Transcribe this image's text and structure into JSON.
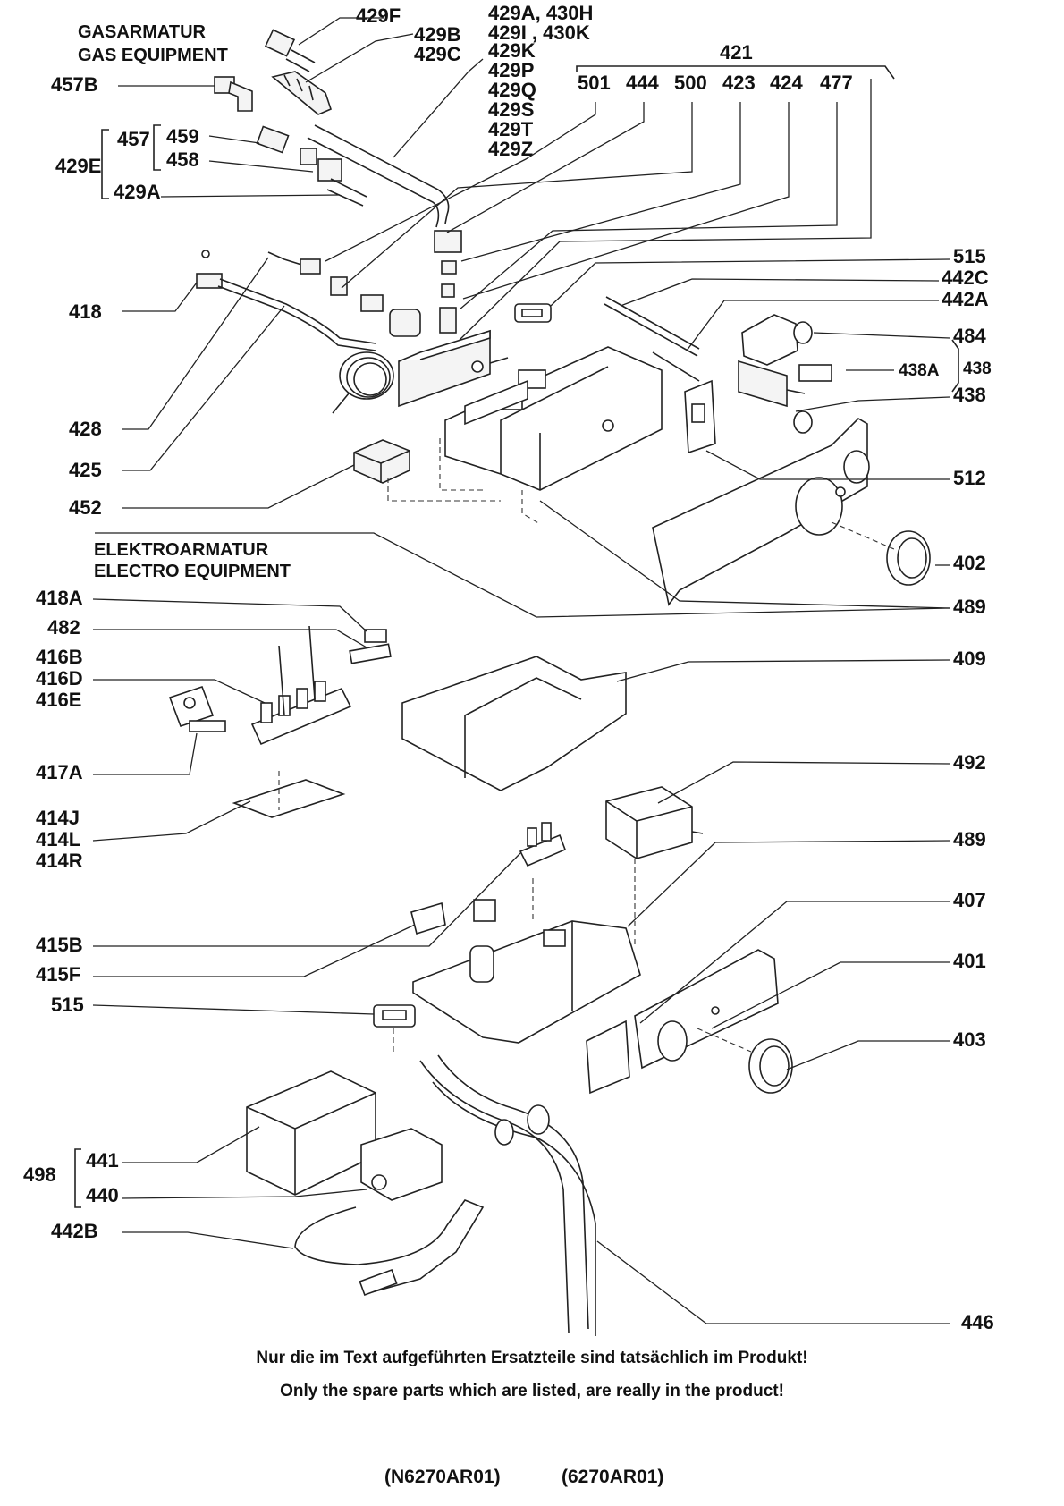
{
  "groups": {
    "gas_de": "GASARMATUR",
    "gas_en": "GAS EQUIPMENT",
    "electro_de": "ELEKTROARMATUR",
    "electro_en": "ELECTRO EQUIPMENT"
  },
  "labels": [
    {
      "id": "429F",
      "text": "429F"
    },
    {
      "id": "429B",
      "text": "429B"
    },
    {
      "id": "429C",
      "text": "429C"
    },
    {
      "id": "429A-430H",
      "text": "429A, 430H"
    },
    {
      "id": "429I-430K",
      "text": "429I , 430K"
    },
    {
      "id": "429K",
      "text": "429K"
    },
    {
      "id": "429P",
      "text": "429P"
    },
    {
      "id": "429Q",
      "text": "429Q"
    },
    {
      "id": "429S",
      "text": "429S"
    },
    {
      "id": "429T",
      "text": "429T"
    },
    {
      "id": "429Z",
      "text": "429Z"
    },
    {
      "id": "421",
      "text": "421"
    },
    {
      "id": "501",
      "text": "501"
    },
    {
      "id": "444",
      "text": "444"
    },
    {
      "id": "500",
      "text": "500"
    },
    {
      "id": "423",
      "text": "423"
    },
    {
      "id": "424",
      "text": "424"
    },
    {
      "id": "477",
      "text": "477"
    },
    {
      "id": "457B",
      "text": "457B"
    },
    {
      "id": "457",
      "text": "457"
    },
    {
      "id": "459",
      "text": "459"
    },
    {
      "id": "458",
      "text": "458"
    },
    {
      "id": "429E",
      "text": "429E"
    },
    {
      "id": "429A",
      "text": "429A"
    },
    {
      "id": "418",
      "text": "418"
    },
    {
      "id": "515a",
      "text": "515"
    },
    {
      "id": "442C",
      "text": "442C"
    },
    {
      "id": "442A",
      "text": "442A"
    },
    {
      "id": "484",
      "text": "484"
    },
    {
      "id": "438A",
      "text": "438A"
    },
    {
      "id": "438b",
      "text": "438"
    },
    {
      "id": "438",
      "text": "438"
    },
    {
      "id": "428",
      "text": "428"
    },
    {
      "id": "425",
      "text": "425"
    },
    {
      "id": "512",
      "text": "512"
    },
    {
      "id": "452",
      "text": "452"
    },
    {
      "id": "402",
      "text": "402"
    },
    {
      "id": "489a",
      "text": "489"
    },
    {
      "id": "418A",
      "text": "418A"
    },
    {
      "id": "482",
      "text": "482"
    },
    {
      "id": "416B",
      "text": "416B"
    },
    {
      "id": "416D",
      "text": "416D"
    },
    {
      "id": "416E",
      "text": "416E"
    },
    {
      "id": "409",
      "text": "409"
    },
    {
      "id": "417A",
      "text": "417A"
    },
    {
      "id": "492",
      "text": "492"
    },
    {
      "id": "414J",
      "text": "414J"
    },
    {
      "id": "414L",
      "text": "414L"
    },
    {
      "id": "414R",
      "text": "414R"
    },
    {
      "id": "489b",
      "text": "489"
    },
    {
      "id": "407",
      "text": "407"
    },
    {
      "id": "415B",
      "text": "415B"
    },
    {
      "id": "415F",
      "text": "415F"
    },
    {
      "id": "401",
      "text": "401"
    },
    {
      "id": "515b",
      "text": "515"
    },
    {
      "id": "403",
      "text": "403"
    },
    {
      "id": "498",
      "text": "498"
    },
    {
      "id": "441",
      "text": "441"
    },
    {
      "id": "440",
      "text": "440"
    },
    {
      "id": "442B",
      "text": "442B"
    },
    {
      "id": "446",
      "text": "446"
    }
  ],
  "notes": {
    "de": "Nur die im Text aufgeführten Ersatzteile sind tatsächlich im Produkt!",
    "en": "Only the spare parts which are listed, are really in the product!"
  },
  "document_codes": [
    "(N6270AR01)",
    "(6270AR01)"
  ]
}
